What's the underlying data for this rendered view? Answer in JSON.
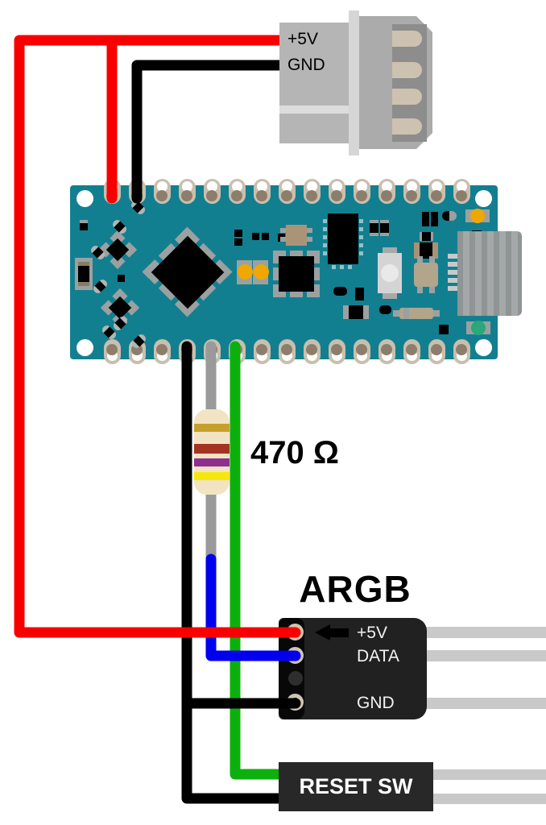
{
  "power_connector": {
    "pin_labels": [
      "+5V",
      "GND"
    ]
  },
  "resistor": {
    "value_label": "470 Ω",
    "body_color": "#f2e3c3",
    "band_colors": [
      "#c7a02b",
      "#a23421",
      "#8e2f8e",
      "#f5e70e"
    ]
  },
  "argb_connector": {
    "title": "ARGB",
    "pin_labels": [
      "+5V",
      "DATA",
      "GND"
    ]
  },
  "reset_switch": {
    "label": "RESET SW"
  },
  "wires": {
    "power_5v": "#f80000",
    "ground": "#000000",
    "data": "#0000ee",
    "reset_signal": "#0cb00c",
    "resistor_lead": "#9a9a9a",
    "ribbon": "#c9c9c9"
  },
  "board": {
    "color": "#127f90"
  }
}
